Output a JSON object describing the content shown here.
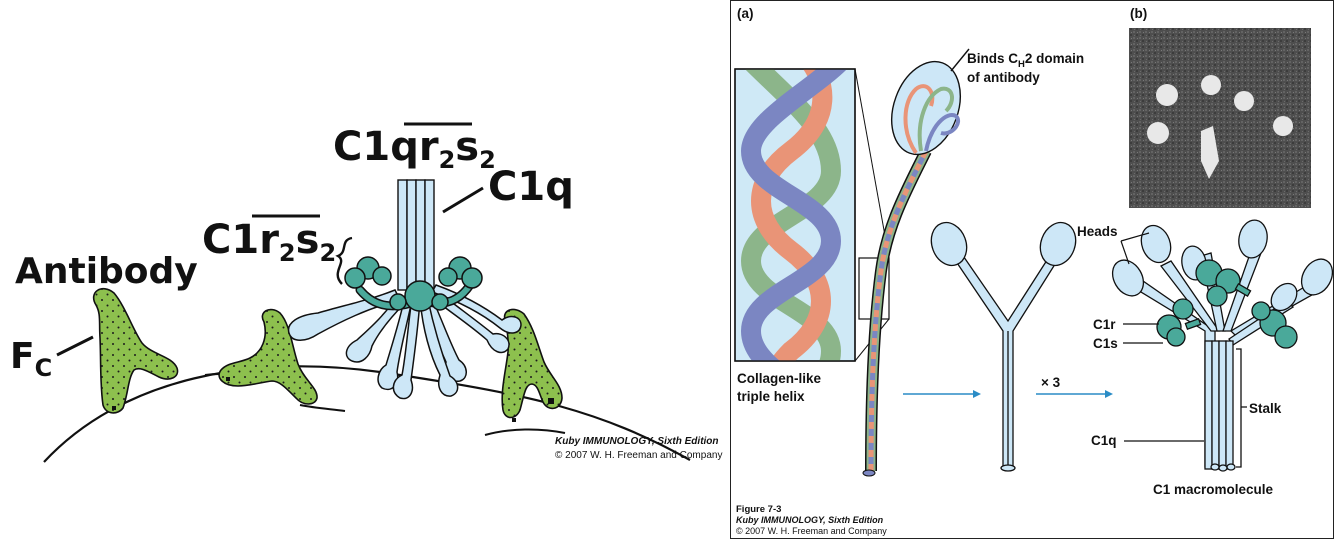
{
  "left": {
    "label_c1qr2s2": {
      "prefix": "C1q",
      "over": "r",
      "sub1": "2",
      "s": "s",
      "sub2": "2"
    },
    "label_c1q": "C1q",
    "label_c1r2s2": {
      "prefix": "C1",
      "over": "r",
      "sub1": "2",
      "s": "s",
      "sub2": "2"
    },
    "label_antibody": "Antibody",
    "label_fc": {
      "main": "F",
      "sub": "C"
    },
    "credit_title": "Kuby IMMUNOLOGY, Sixth Edition",
    "credit_copy": "© 2007 W. H. Freeman and Company"
  },
  "right": {
    "panel_a": "(a)",
    "panel_b": "(b)",
    "binds_line1_pre": "Binds C",
    "binds_line1_sub": "H",
    "binds_line1_post": "2 domain",
    "binds_line2": "of antibody",
    "collagen_line1": "Collagen-like",
    "collagen_line2": "triple helix",
    "times3": "× 3",
    "heads": "Heads",
    "c1r": "C1r",
    "c1s": "C1s",
    "stalk": "Stalk",
    "c1q": "C1q",
    "c1_macro": "C1 macromolecule",
    "figure_num": "Figure 7-3",
    "figure_title": "Kuby IMMUNOLOGY, Sixth Edition",
    "figure_copy": "© 2007 W. H. Freeman and Company"
  },
  "colors": {
    "antibody_green": "#8dc04e",
    "c1q_blue": "#cde7f7",
    "c1rs_teal": "#4aa99a",
    "helix_green": "#8cb58a",
    "helix_salmon": "#e99477",
    "helix_blue": "#7b86c2",
    "arrow_blue": "#2a8cc6"
  }
}
